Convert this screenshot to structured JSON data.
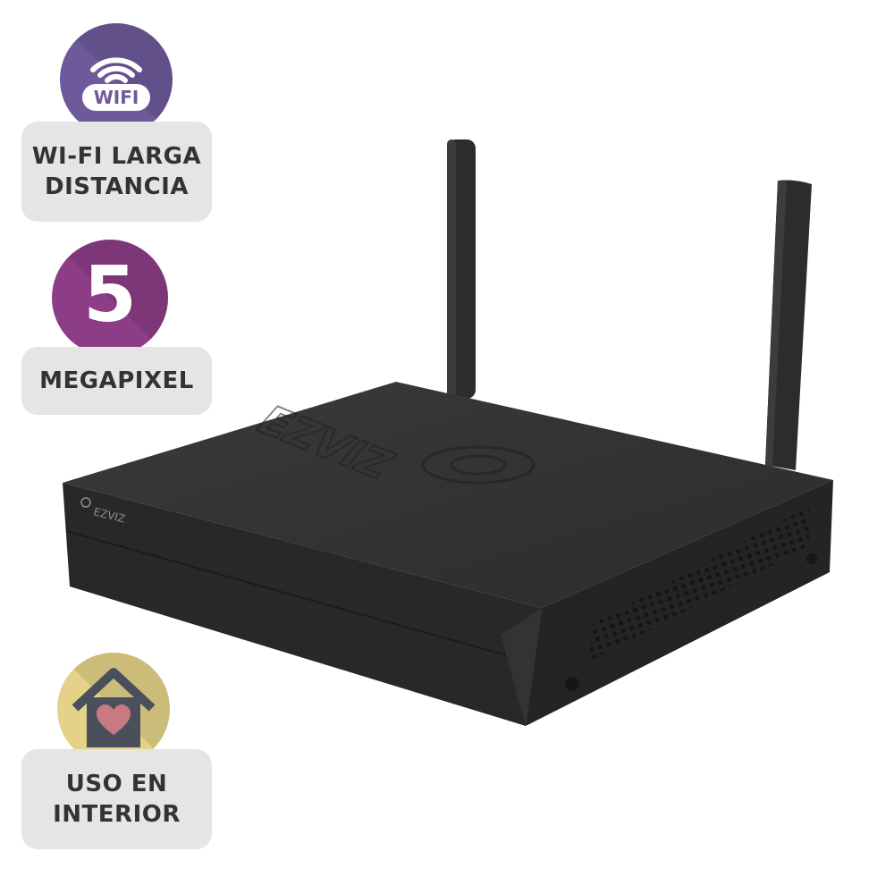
{
  "badges": {
    "wifi": {
      "icon": "wifi-icon",
      "icon_text": "WIFI",
      "color": "#6e5a9a",
      "line1": "WI-FI LARGA",
      "line2": "DISTANCIA"
    },
    "megapixel": {
      "icon": "number-five-icon",
      "number": "5",
      "color": "#8c3d86",
      "line1": "MEGAPIXEL"
    },
    "indoor": {
      "icon": "house-heart-icon",
      "color": "#e3d288",
      "line1": "USO EN",
      "line2": "INTERIOR"
    }
  },
  "product": {
    "name": "wireless-nvr",
    "brand_front": "EZVIZ",
    "brand_top": "EZVIZ",
    "body_color": "#2f2f31"
  }
}
